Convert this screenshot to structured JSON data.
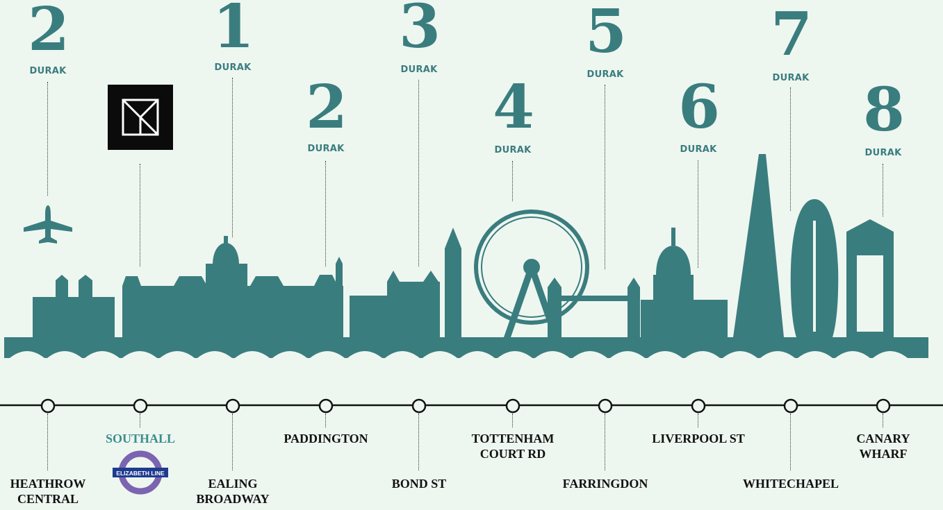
{
  "stops_label": "DURAK",
  "brand": {
    "accent": "#3a7d7e",
    "station_accent": "#3a8e8c",
    "line_color": "#111111"
  },
  "stations": [
    {
      "name": "HEATHROW\nCENTRAL",
      "stops": "2"
    },
    {
      "name": "SOUTHALL",
      "stops": "",
      "highlight": true
    },
    {
      "name": "EALING\nBROADWAY",
      "stops": "1"
    },
    {
      "name": "PADDINGTON",
      "stops": "2"
    },
    {
      "name": "BOND ST",
      "stops": "3"
    },
    {
      "name": "TOTTENHAM\nCOURT RD",
      "stops": "4"
    },
    {
      "name": "FARRINGDON",
      "stops": "5"
    },
    {
      "name": "LIVERPOOL ST",
      "stops": "6"
    },
    {
      "name": "WHITECHAPEL",
      "stops": "7"
    },
    {
      "name": "CANARY\nWHARF",
      "stops": "8"
    }
  ],
  "roundel": {
    "label": "ELIZABETH LINE",
    "ring_color": "#7b64b0",
    "bar_color": "#1f3b8f"
  },
  "icons": [
    "airplane-icon",
    "brand-logo-icon"
  ]
}
